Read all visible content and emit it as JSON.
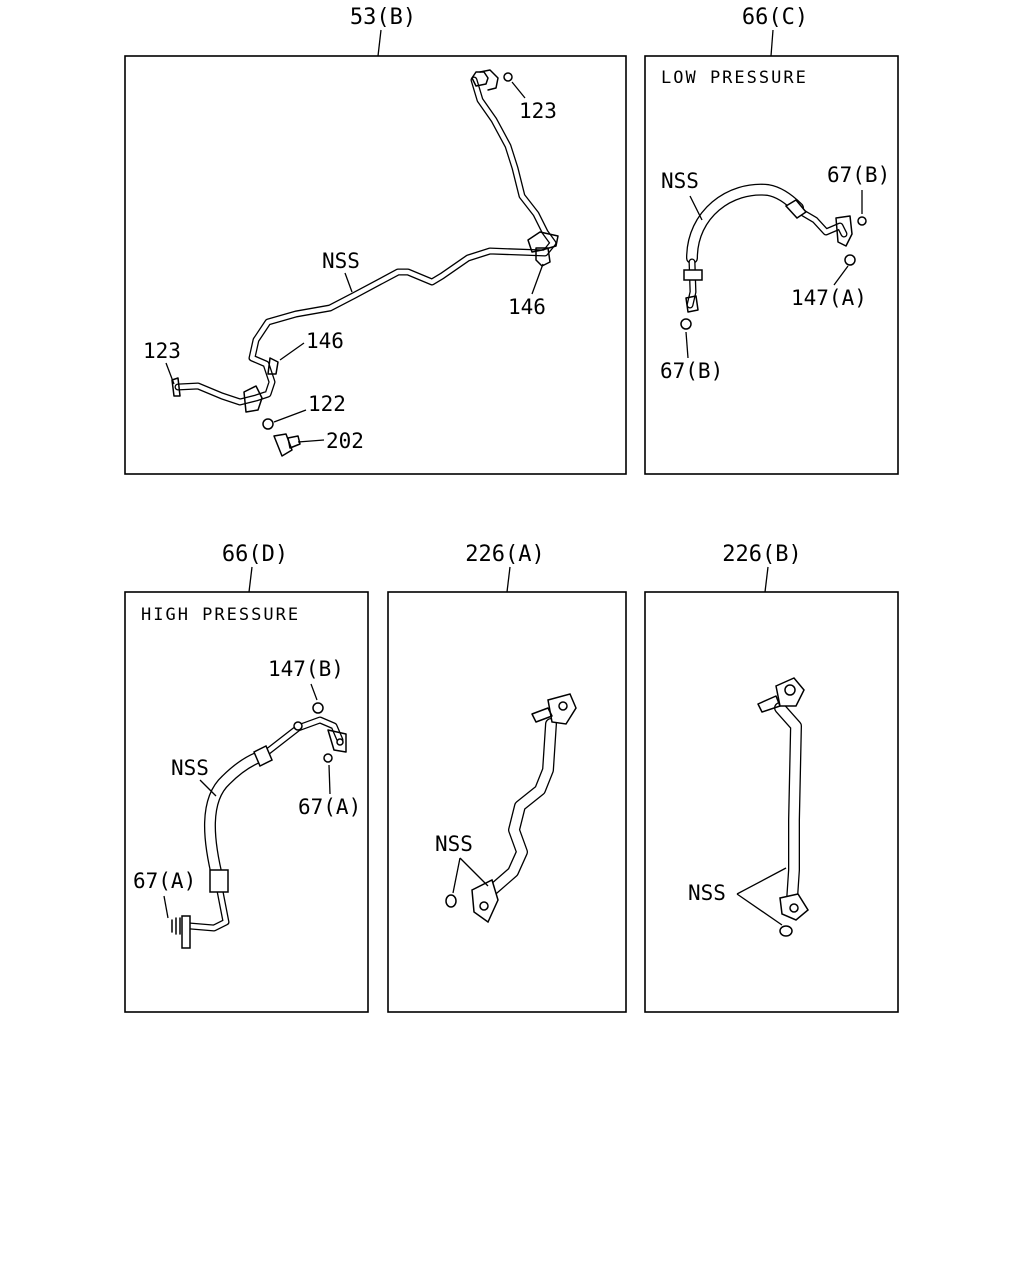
{
  "panels": [
    {
      "id": "p1",
      "ref": "53(B)",
      "labels": {
        "nss": "NSS",
        "c123a": "123",
        "c123b": "123",
        "c146a": "146",
        "c146b": "146",
        "c122": "122",
        "c202": "202"
      }
    },
    {
      "id": "p2",
      "ref": "66(C)",
      "caption": "LOW PRESSURE",
      "labels": {
        "nss": "NSS",
        "c67b_top": "67(B)",
        "c147a": "147(A)",
        "c67b_bot": "67(B)"
      }
    },
    {
      "id": "p3",
      "ref": "66(D)",
      "caption": "HIGH PRESSURE",
      "labels": {
        "c147b": "147(B)",
        "nss": "NSS",
        "c67a_r": "67(A)",
        "c67a_l": "67(A)"
      }
    },
    {
      "id": "p4",
      "ref": "226(A)",
      "labels": {
        "nss": "NSS"
      }
    },
    {
      "id": "p5",
      "ref": "226(B)",
      "labels": {
        "nss": "NSS"
      }
    }
  ]
}
